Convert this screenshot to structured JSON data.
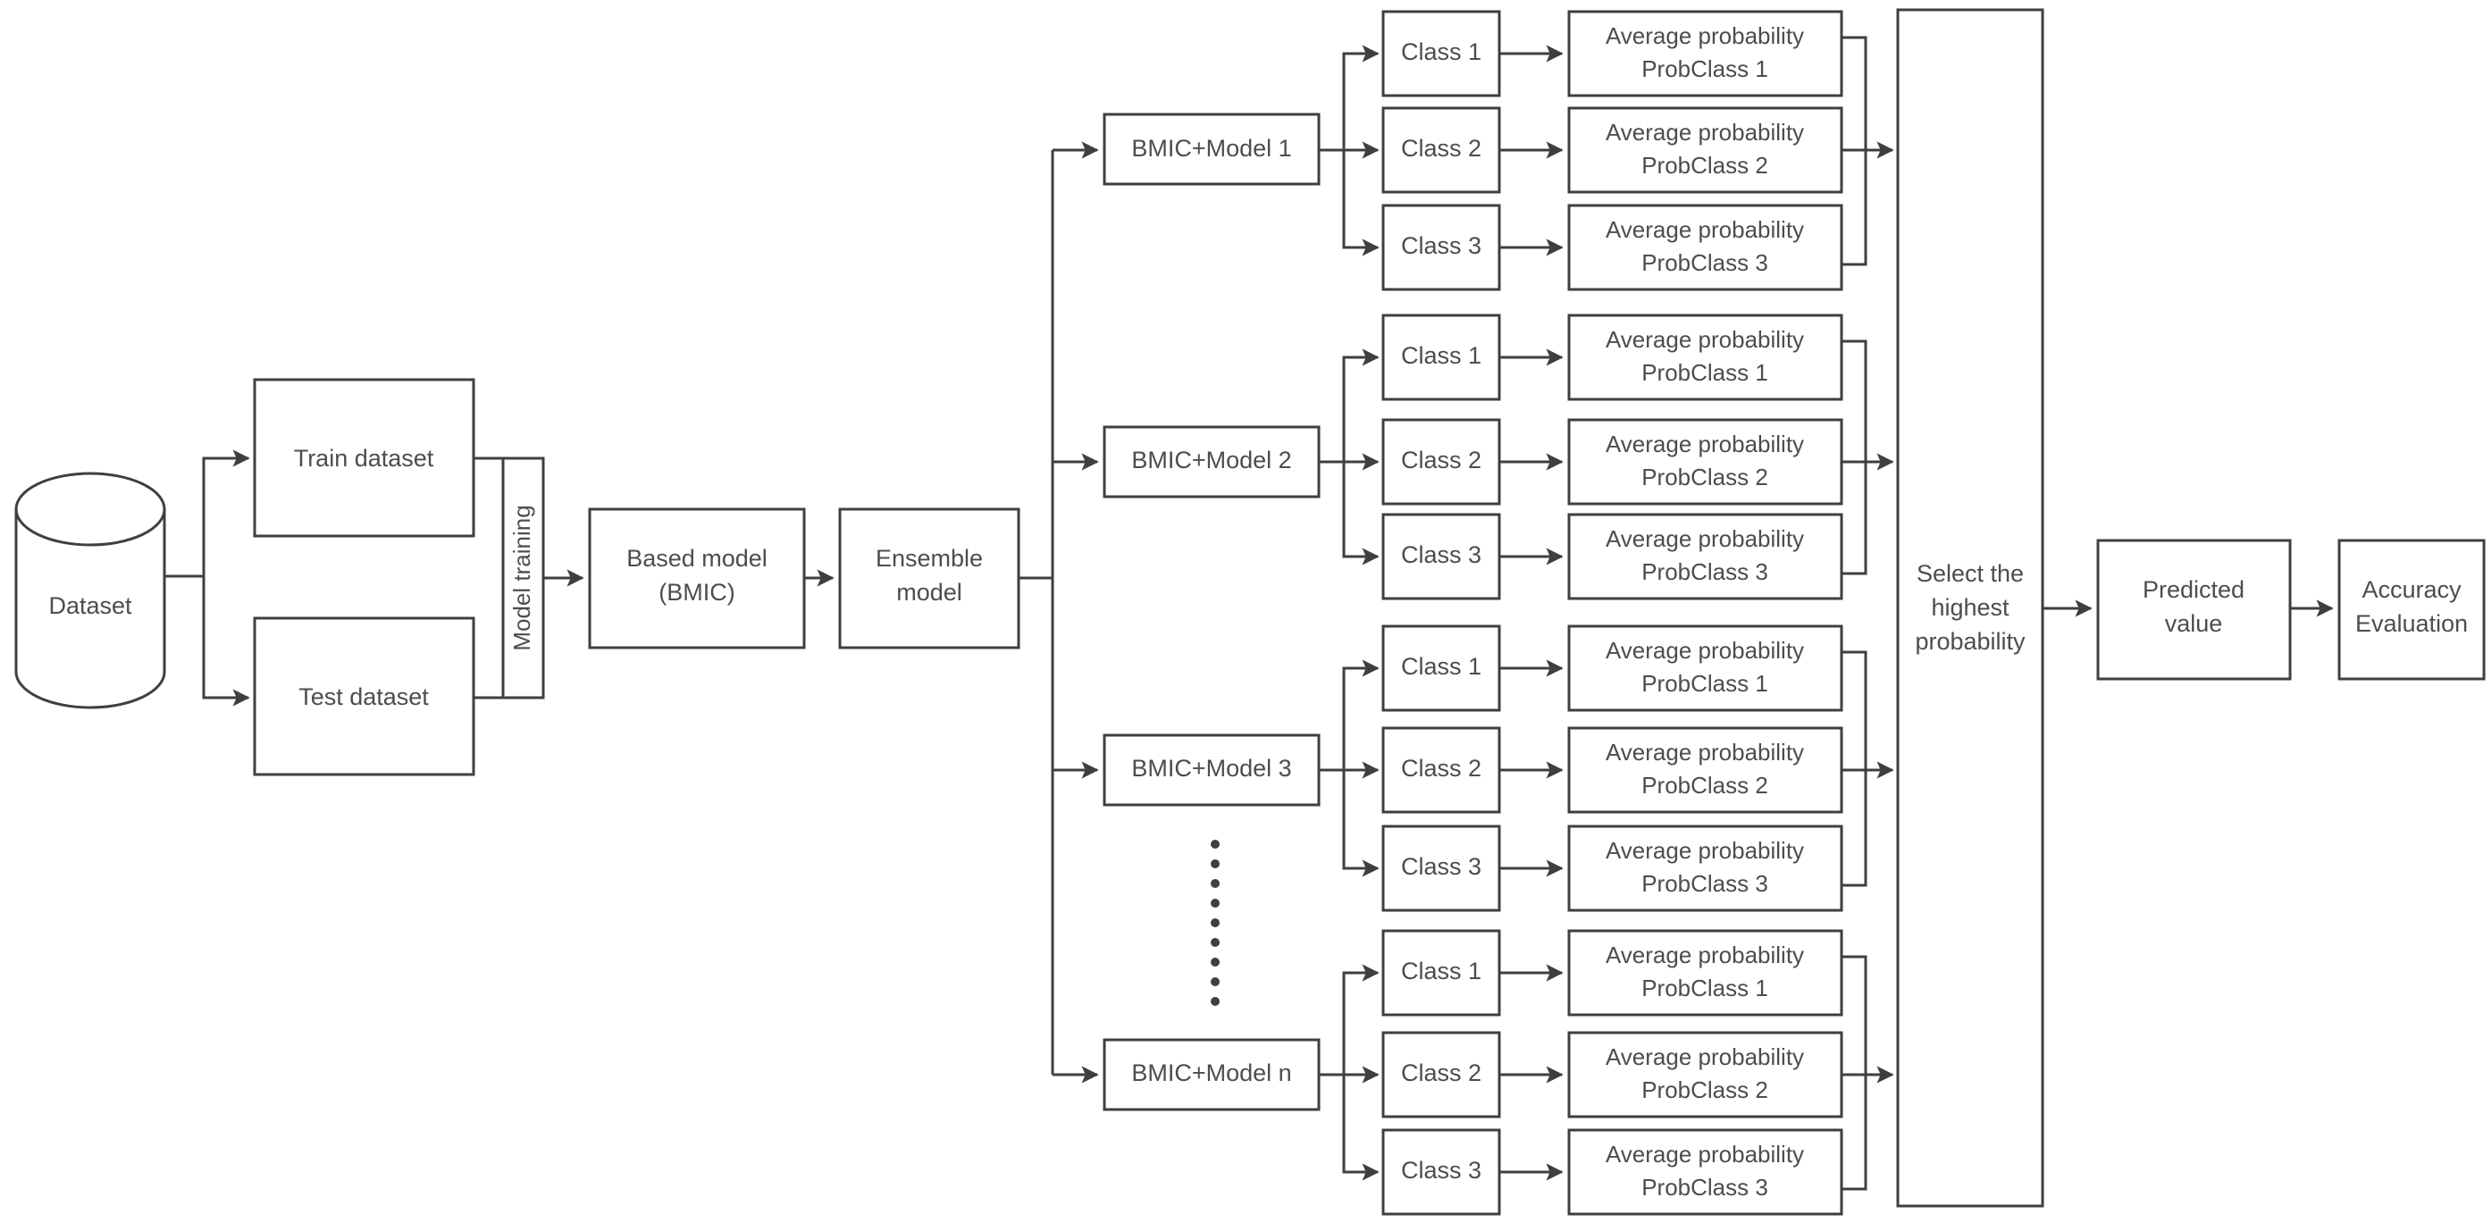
{
  "diagram": {
    "title": "Ensemble BMIC model classification pipeline flowchart",
    "colors": {
      "stroke": "#3f3f3f",
      "text": "#4d4d4d",
      "background": "#ffffff"
    },
    "nodes": {
      "dataset": "Dataset",
      "train_dataset": "Train dataset",
      "test_dataset": "Test dataset",
      "model_training": "Model training",
      "based_model_line1": "Based model",
      "based_model_line2": "(BMIC)",
      "ensemble_model_line1": "Ensemble",
      "ensemble_model_line2": "model",
      "select_highest_line1": "Select the",
      "select_highest_line2": "highest",
      "select_highest_line3": "probability",
      "predicted_value_line1": "Predicted",
      "predicted_value_line2": "value",
      "accuracy_eval_line1": "Accuracy",
      "accuracy_eval_line2": "Evaluation"
    },
    "branches": [
      {
        "model": "BMIC+Model 1",
        "classes": [
          {
            "class_label": "Class 1",
            "prob_line1": "Average probability",
            "prob_line2": "ProbClass 1"
          },
          {
            "class_label": "Class 2",
            "prob_line1": "Average probability",
            "prob_line2": "ProbClass 2"
          },
          {
            "class_label": "Class 3",
            "prob_line1": "Average probability",
            "prob_line2": "ProbClass 3"
          }
        ]
      },
      {
        "model": "BMIC+Model 2",
        "classes": [
          {
            "class_label": "Class 1",
            "prob_line1": "Average probability",
            "prob_line2": "ProbClass 1"
          },
          {
            "class_label": "Class 2",
            "prob_line1": "Average probability",
            "prob_line2": "ProbClass 2"
          },
          {
            "class_label": "Class 3",
            "prob_line1": "Average probability",
            "prob_line2": "ProbClass 3"
          }
        ]
      },
      {
        "model": "BMIC+Model 3",
        "classes": [
          {
            "class_label": "Class 1",
            "prob_line1": "Average probability",
            "prob_line2": "ProbClass 1"
          },
          {
            "class_label": "Class 2",
            "prob_line1": "Average probability",
            "prob_line2": "ProbClass 2"
          },
          {
            "class_label": "Class 3",
            "prob_line1": "Average probability",
            "prob_line2": "ProbClass 3"
          }
        ]
      },
      {
        "model": "BMIC+Model n",
        "classes": [
          {
            "class_label": "Class 1",
            "prob_line1": "Average probability",
            "prob_line2": "ProbClass 1"
          },
          {
            "class_label": "Class 2",
            "prob_line1": "Average probability",
            "prob_line2": "ProbClass 2"
          },
          {
            "class_label": "Class 3",
            "prob_line1": "Average probability",
            "prob_line2": "ProbClass 3"
          }
        ]
      }
    ],
    "ellipsis": {
      "orientation": "vertical",
      "dot_count": 9,
      "meaning": "more models between 3 and n"
    }
  }
}
